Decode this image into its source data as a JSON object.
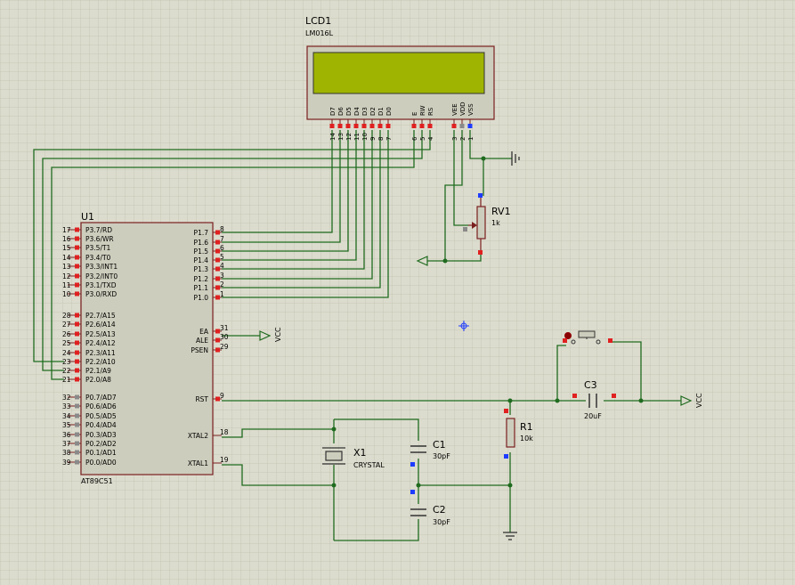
{
  "lcd": {
    "ref": "LCD1",
    "model": "LM016L",
    "pins": [
      {
        "name": "D7",
        "num": "14"
      },
      {
        "name": "D6",
        "num": "13"
      },
      {
        "name": "D5",
        "num": "12"
      },
      {
        "name": "D4",
        "num": "11"
      },
      {
        "name": "D3",
        "num": "10"
      },
      {
        "name": "D2",
        "num": "9"
      },
      {
        "name": "D1",
        "num": "8"
      },
      {
        "name": "D0",
        "num": "7"
      },
      {
        "name": "E",
        "num": "6"
      },
      {
        "name": "RW",
        "num": "5"
      },
      {
        "name": "RS",
        "num": "4"
      },
      {
        "name": "VEE",
        "num": "3"
      },
      {
        "name": "VDD",
        "num": "2"
      },
      {
        "name": "VSS",
        "num": "1"
      }
    ]
  },
  "mcu": {
    "ref": "U1",
    "model": "AT89C51",
    "left_pins": [
      {
        "name": "P3.7/RD",
        "num": "17"
      },
      {
        "name": "P3.6/WR",
        "num": "16"
      },
      {
        "name": "P3.5/T1",
        "num": "15"
      },
      {
        "name": "P3.4/T0",
        "num": "14"
      },
      {
        "name": "P3.3/INT1",
        "num": "13"
      },
      {
        "name": "P3.2/INT0",
        "num": "12"
      },
      {
        "name": "P3.1/TXD",
        "num": "11"
      },
      {
        "name": "P3.0/RXD",
        "num": "10"
      },
      {
        "name": "P2.7/A15",
        "num": "28"
      },
      {
        "name": "P2.6/A14",
        "num": "27"
      },
      {
        "name": "P2.5/A13",
        "num": "26"
      },
      {
        "name": "P2.4/A12",
        "num": "25"
      },
      {
        "name": "P2.3/A11",
        "num": "24"
      },
      {
        "name": "P2.2/A10",
        "num": "23"
      },
      {
        "name": "P2.1/A9",
        "num": "22"
      },
      {
        "name": "P2.0/A8",
        "num": "21"
      },
      {
        "name": "P0.7/AD7",
        "num": "32"
      },
      {
        "name": "P0.6/AD6",
        "num": "33"
      },
      {
        "name": "P0.5/AD5",
        "num": "34"
      },
      {
        "name": "P0.4/AD4",
        "num": "35"
      },
      {
        "name": "P0.3/AD3",
        "num": "36"
      },
      {
        "name": "P0.2/AD2",
        "num": "37"
      },
      {
        "name": "P0.1/AD1",
        "num": "38"
      },
      {
        "name": "P0.0/AD0",
        "num": "39"
      }
    ],
    "right_pins": [
      {
        "name": "P1.7",
        "num": "8"
      },
      {
        "name": "P1.6",
        "num": "7"
      },
      {
        "name": "P1.5",
        "num": "6"
      },
      {
        "name": "P1.4",
        "num": "5"
      },
      {
        "name": "P1.3",
        "num": "4"
      },
      {
        "name": "P1.2",
        "num": "3"
      },
      {
        "name": "P1.1",
        "num": "2"
      },
      {
        "name": "P1.0",
        "num": "1"
      },
      {
        "name": "EA",
        "num": "31"
      },
      {
        "name": "ALE",
        "num": "30"
      },
      {
        "name": "PSEN",
        "num": "29"
      },
      {
        "name": "RST",
        "num": "9"
      },
      {
        "name": "XTAL2",
        "num": "18"
      },
      {
        "name": "XTAL1",
        "num": "19"
      }
    ]
  },
  "rv1": {
    "ref": "RV1",
    "value": "1k"
  },
  "x1": {
    "ref": "X1",
    "value": "CRYSTAL"
  },
  "c1": {
    "ref": "C1",
    "value": "30pF"
  },
  "c2": {
    "ref": "C2",
    "value": "30pF"
  },
  "c3": {
    "ref": "C3",
    "value": "20uF"
  },
  "r1": {
    "ref": "R1",
    "value": "10k"
  },
  "vcc_label": "VCC",
  "colors": {
    "background": "#dcdcce",
    "grid": "#c7c7b8",
    "wire": "#1f6b1f",
    "component_outline": "#7a1e1e",
    "component_body": "#cdcdbd",
    "lcd_screen": "#9fb400",
    "pin_red": "#e02020",
    "pin_blue": "#1e3cff",
    "pin_gray": "#8a8a8a"
  }
}
